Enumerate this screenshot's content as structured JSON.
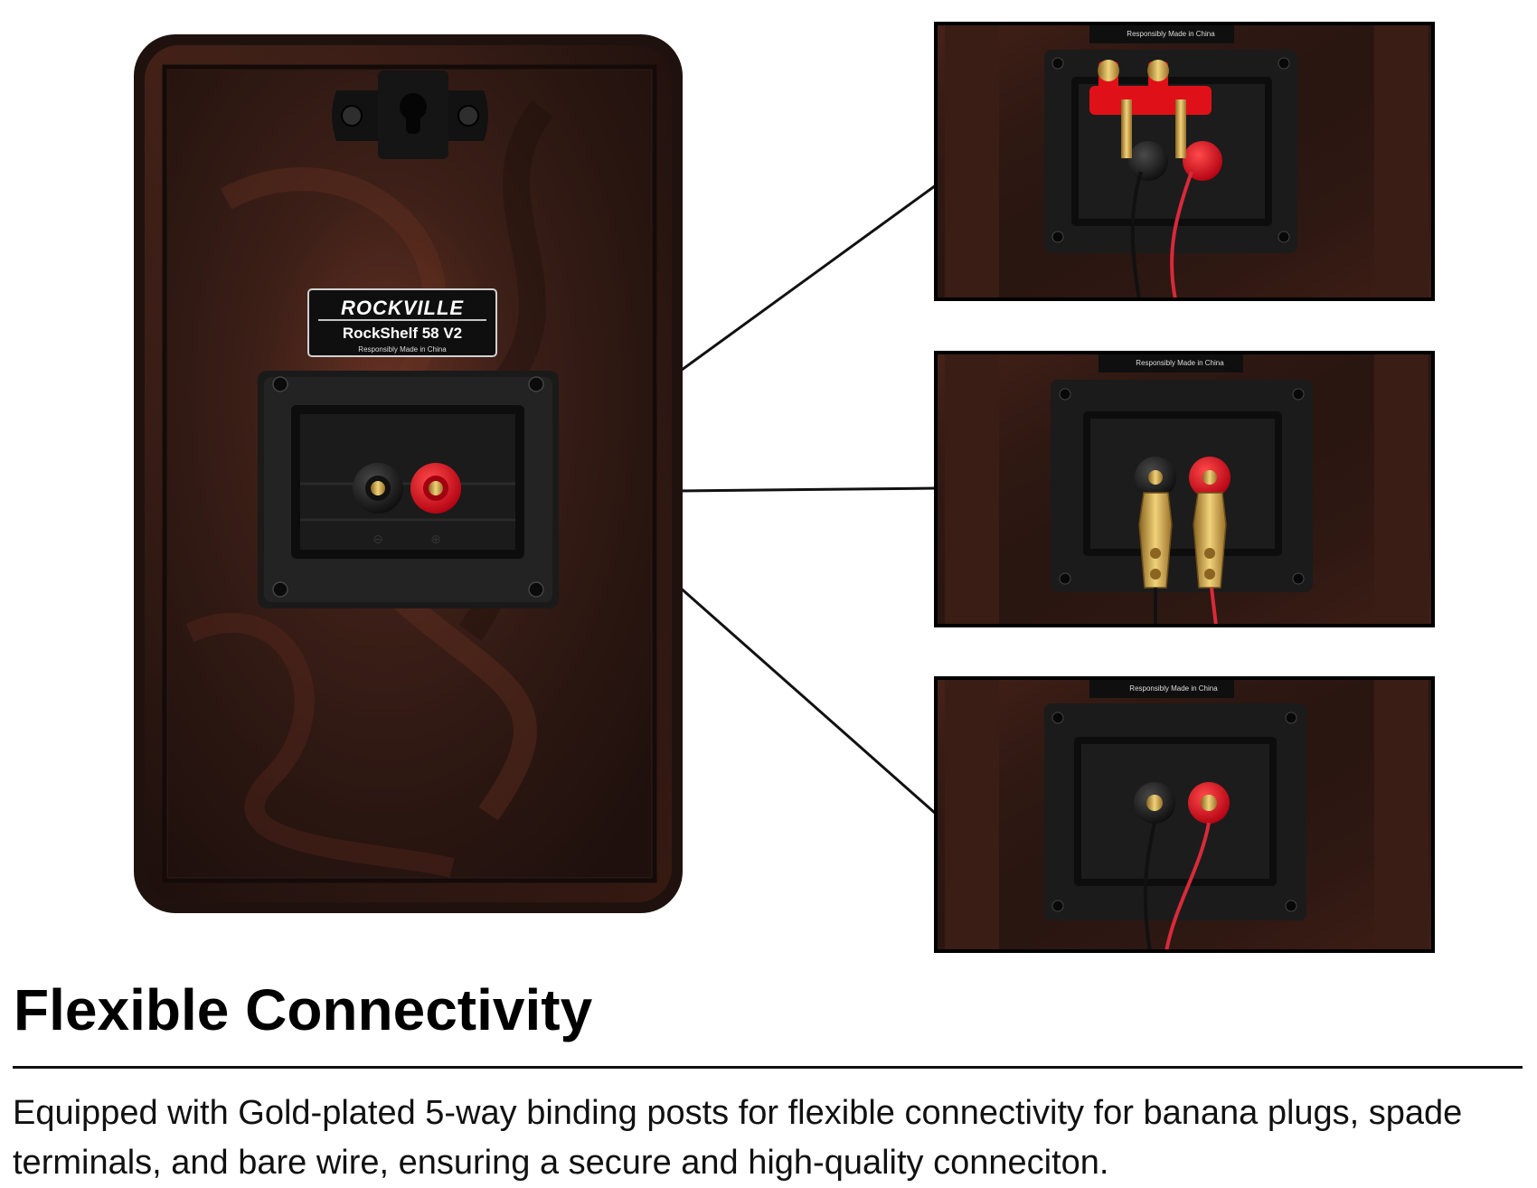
{
  "label": {
    "brand": "ROCKVILLE",
    "model": "RockShelf 58 V2",
    "origin": "Responsibly Made in China"
  },
  "insets": [
    {
      "caption": "Responsibly Made in China",
      "connection": "banana-plugs"
    },
    {
      "caption": "Responsibly Made in China",
      "connection": "spade-terminals"
    },
    {
      "caption": "Responsibly Made in China",
      "connection": "bare-wire"
    }
  ],
  "headline": "Flexible Connectivity",
  "description": "Equipped with Gold-plated 5-way binding posts for flexible connectivity for banana plugs, spade terminals, and bare wire, ensuring a secure and high-quality conneciton.",
  "colors": {
    "wood_dark": "#2b1712",
    "wood_mid": "#5a2a1e",
    "frame": "#231510",
    "terminal_red": "#d8111c",
    "terminal_black": "#141414",
    "gold": "#c9a045"
  }
}
